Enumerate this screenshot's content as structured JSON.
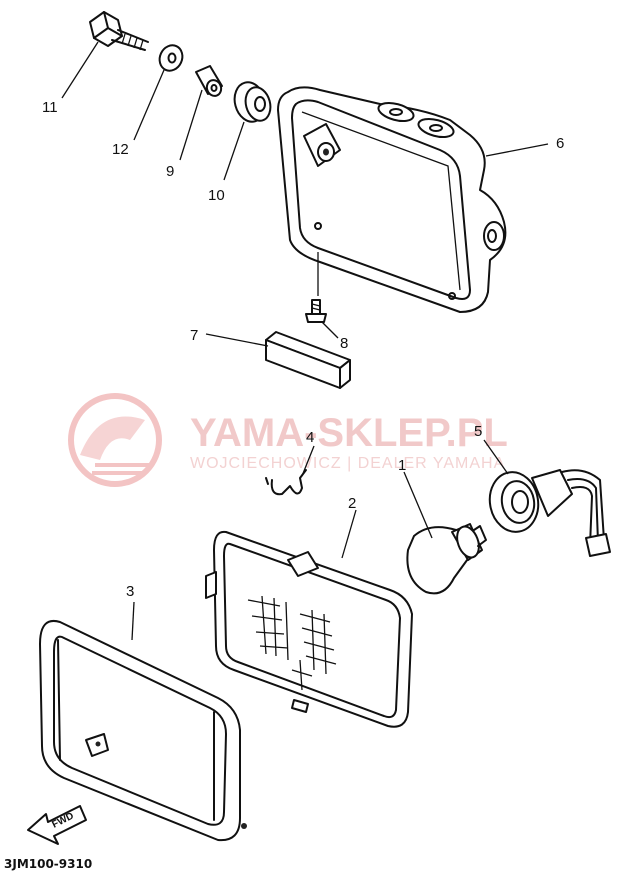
{
  "watermark": {
    "title": "YAMA-SKLEP.PL",
    "subtitle": "WOJCIECHOWICZ | DEALER YAMAHA",
    "color": "#e58a8a"
  },
  "parts": [
    {
      "id": "p11",
      "number": "11",
      "name": "bolt"
    },
    {
      "id": "p12",
      "number": "12",
      "name": "washer"
    },
    {
      "id": "p9",
      "number": "9",
      "name": "collar"
    },
    {
      "id": "p10",
      "number": "10",
      "name": "grommet"
    },
    {
      "id": "p6",
      "number": "6",
      "name": "headlight-housing"
    },
    {
      "id": "p8",
      "number": "8",
      "name": "screw"
    },
    {
      "id": "p7",
      "number": "7",
      "name": "rubber-block"
    },
    {
      "id": "p4",
      "number": "4",
      "name": "spring-clip"
    },
    {
      "id": "p5",
      "number": "5",
      "name": "bulb-socket"
    },
    {
      "id": "p1",
      "number": "1",
      "name": "bulb"
    },
    {
      "id": "p2",
      "number": "2",
      "name": "lens-unit"
    },
    {
      "id": "p3",
      "number": "3",
      "name": "rim"
    }
  ],
  "direction_arrow": {
    "label": "FWD"
  },
  "diagram_code": "3JM100-9310"
}
